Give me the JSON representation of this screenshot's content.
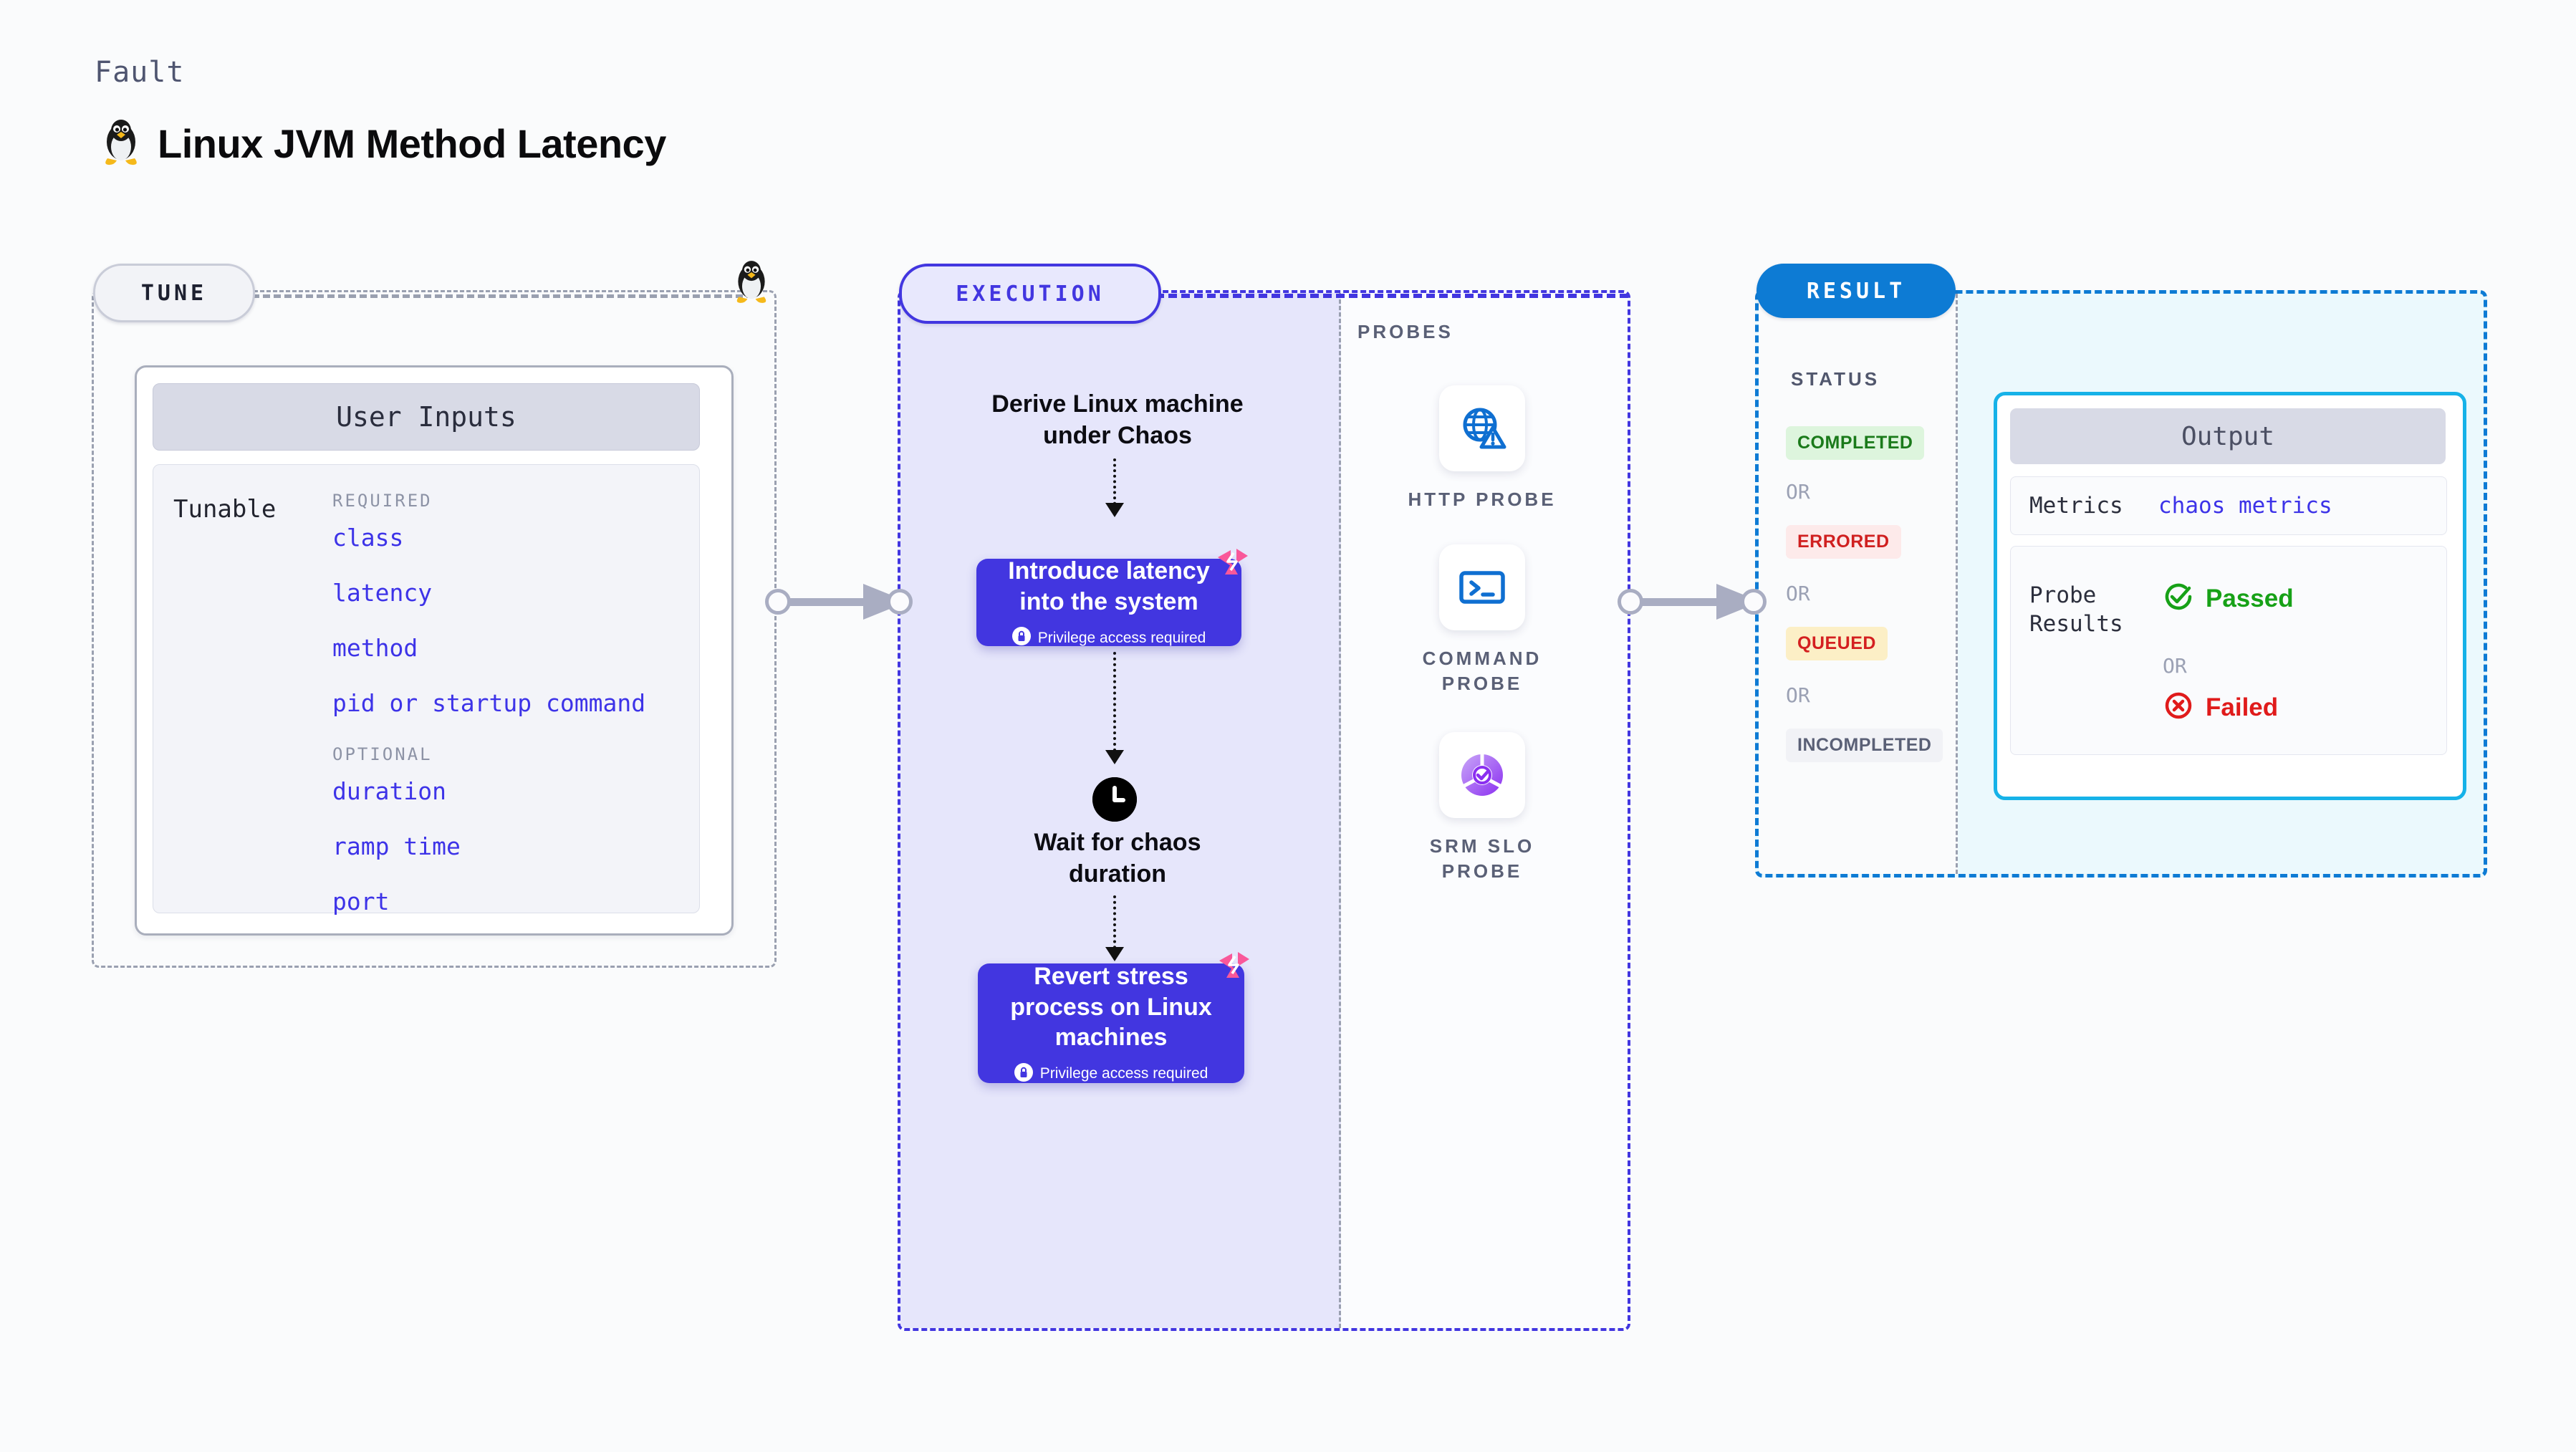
{
  "header": {
    "eyebrow": "Fault",
    "title": "Linux JVM Method Latency",
    "icon": "linux-penguin-icon"
  },
  "tune": {
    "pill_label": "TUNE",
    "icon": "linux-penguin-icon",
    "card": {
      "header": "User Inputs",
      "row_label": "Tunable",
      "groups": [
        {
          "label": "REQUIRED",
          "items": [
            "class",
            "latency",
            "method",
            "pid or startup command"
          ]
        },
        {
          "label": "OPTIONAL",
          "items": [
            "duration",
            "ramp time",
            "port"
          ]
        }
      ]
    }
  },
  "execution": {
    "pill_label": "EXECUTION",
    "steps": [
      {
        "type": "text",
        "label": "Derive Linux machine\nunder Chaos"
      },
      {
        "type": "action",
        "label": "Introduce latency\ninto the system",
        "note": "Privilege access required",
        "note_icon": "lock-icon",
        "corner_icon": "harness-logo-icon"
      },
      {
        "type": "wait",
        "label": "Wait for chaos\nduration",
        "icon": "clock-icon"
      },
      {
        "type": "action",
        "label": "Revert stress\nprocess on Linux\nmachines",
        "note": "Privilege access required",
        "note_icon": "lock-icon",
        "corner_icon": "harness-logo-icon"
      }
    ]
  },
  "probes": {
    "section_label": "PROBES",
    "items": [
      {
        "label": "HTTP PROBE",
        "icon": "globe-warning-icon"
      },
      {
        "label": "COMMAND PROBE",
        "icon": "terminal-prompt-icon"
      },
      {
        "label": "SRM SLO PROBE",
        "icon": "slo-donut-check-icon"
      }
    ]
  },
  "result": {
    "pill_label": "RESULT",
    "status_label": "STATUS",
    "or_label": "OR",
    "statuses": [
      {
        "label": "COMPLETED",
        "bg": "#ddf5dd",
        "fg": "#1a7a1a"
      },
      {
        "label": "ERRORED",
        "bg": "#fdeaea",
        "fg": "#d02020"
      },
      {
        "label": "QUEUED",
        "bg": "#fcefc6",
        "fg": "#d42020"
      },
      {
        "label": "INCOMPLETED",
        "bg": "#f1f2f6",
        "fg": "#5a6076"
      }
    ],
    "output": {
      "header": "Output",
      "metrics_key": "Metrics",
      "metrics_value": "chaos metrics",
      "probe_key": "Probe\nResults",
      "passed_label": "Passed",
      "passed_icon": "check-circle-icon",
      "or_label": "OR",
      "failed_label": "Failed",
      "failed_icon": "x-circle-icon"
    }
  },
  "colors": {
    "purple": "#4236e0",
    "purple_fill": "#e6e6fb",
    "blue": "#0d7bd4",
    "cyan": "#16b2e8",
    "cyan_fill": "#ebf9fd",
    "gray_dash": "#9aa0b0",
    "pink": "#f9589a",
    "link": "#3d33e8"
  }
}
